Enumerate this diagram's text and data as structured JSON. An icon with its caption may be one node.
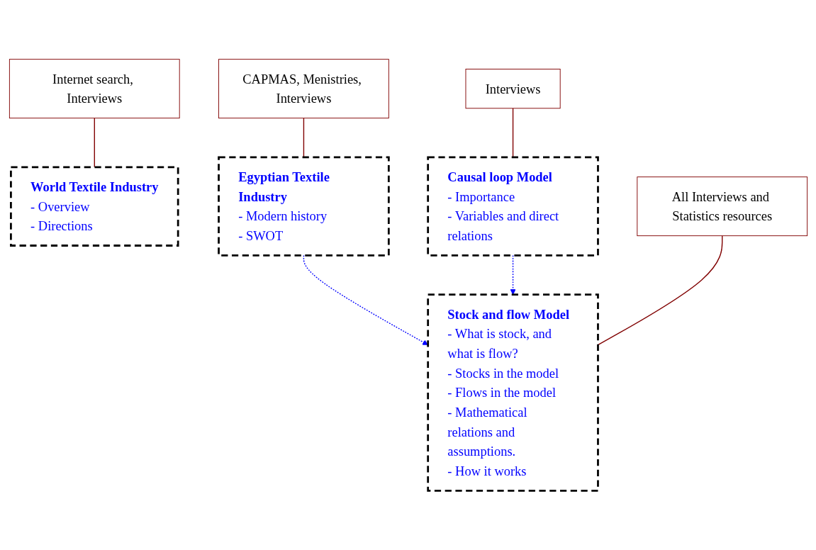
{
  "diagram": {
    "nodes": [
      {
        "text": [
          "Internet search, Interviews"
        ]
      },
      {
        "text": [
          "CAPMAS, Menistries, Interviews"
        ]
      },
      {
        "text": [
          "World Textile Industry",
          "- Overview",
          "- Directions"
        ]
      },
      {
        "text": [
          "Egyptian Textile Industry",
          "- Modern history",
          "- SWOT"
        ]
      },
      {
        "text": [
          "Causal loop Model",
          "- Importance",
          "- Variables and direct relations"
        ]
      },
      {
        "text": [
          "Stock and flow Model",
          "- What is stock, and what is flow?",
          "- Stocks in the model",
          "- Flows in the model",
          "- Mathematical relations and assumptions.",
          "- How it works"
        ]
      },
      {
        "text": [
          "Interviews"
        ]
      },
      {
        "text": [
          "All Interviews and Statistics resources"
        ]
      }
    ],
    "edges": [
      {
        "from": 0,
        "to": 2,
        "arrow": "none"
      },
      {
        "from": 1,
        "to": 3,
        "arrow": "none"
      },
      {
        "from": 3,
        "to": 5,
        "arrow": "to",
        "style": "dashed",
        "color": "#0000ff"
      },
      {
        "from": 4,
        "to": 5,
        "arrow": "to",
        "style": "dashed",
        "color": "#0000ff"
      },
      {
        "from": 6,
        "to": 4,
        "arrow": "none"
      },
      {
        "from": 7,
        "to": 5,
        "arrow": "none"
      }
    ]
  }
}
